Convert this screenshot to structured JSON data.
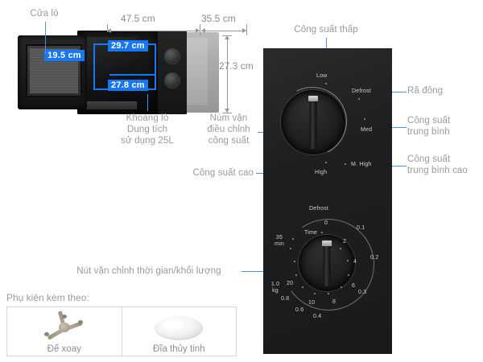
{
  "product": {
    "accent_blue": "#1877f2",
    "panel_color": "#1e1f21",
    "note_color": "#9a9a9a"
  },
  "dimensions": {
    "width_label": "47.5 cm",
    "depth_label": "35.5 cm",
    "height_label": "27.3 cm",
    "cavity_width": "29.7 cm",
    "cavity_depth": "27.8 cm",
    "door_height": "19.5 cm"
  },
  "callouts": {
    "door": "Cửa lò",
    "cavity": "Khoang lò\nDung tích\nsử dụng 25L",
    "power_knob": "Núm vặn\nđiều chỉnh\ncông suất",
    "power_high": "Công suất cao",
    "power_low": "Công suất thấp",
    "defrost": "Rã đông",
    "power_med": "Công suất\ntrung bình",
    "power_mhigh": "Công suất\ntrung bình cao",
    "timer_knob": "Nút vặn chỉnh thời gian/khối lượng"
  },
  "power_dial": {
    "labels": [
      {
        "text": "Low"
      },
      {
        "text": "Defrost"
      },
      {
        "text": "Med"
      },
      {
        "text": "M. High"
      },
      {
        "text": "High"
      }
    ]
  },
  "timer_dial": {
    "defrost_label": "Defrost",
    "time_label": "Time",
    "zero_label": "0",
    "max_label": "35\nmin",
    "weight_unit": "1.0\nkg",
    "minutes": [
      "2",
      "4",
      "6",
      "8",
      "10",
      "20"
    ],
    "kilograms": [
      "0.1",
      "0.2",
      "0.3",
      "0.4",
      "0.6",
      "0.8"
    ]
  },
  "accessories": {
    "title": "Phụ kiện kèm theo:",
    "items": [
      {
        "caption": "Đế xoay",
        "icon": "roller-ring-icon"
      },
      {
        "caption": "Đĩa thủy tinh",
        "icon": "glass-plate-icon"
      }
    ]
  }
}
